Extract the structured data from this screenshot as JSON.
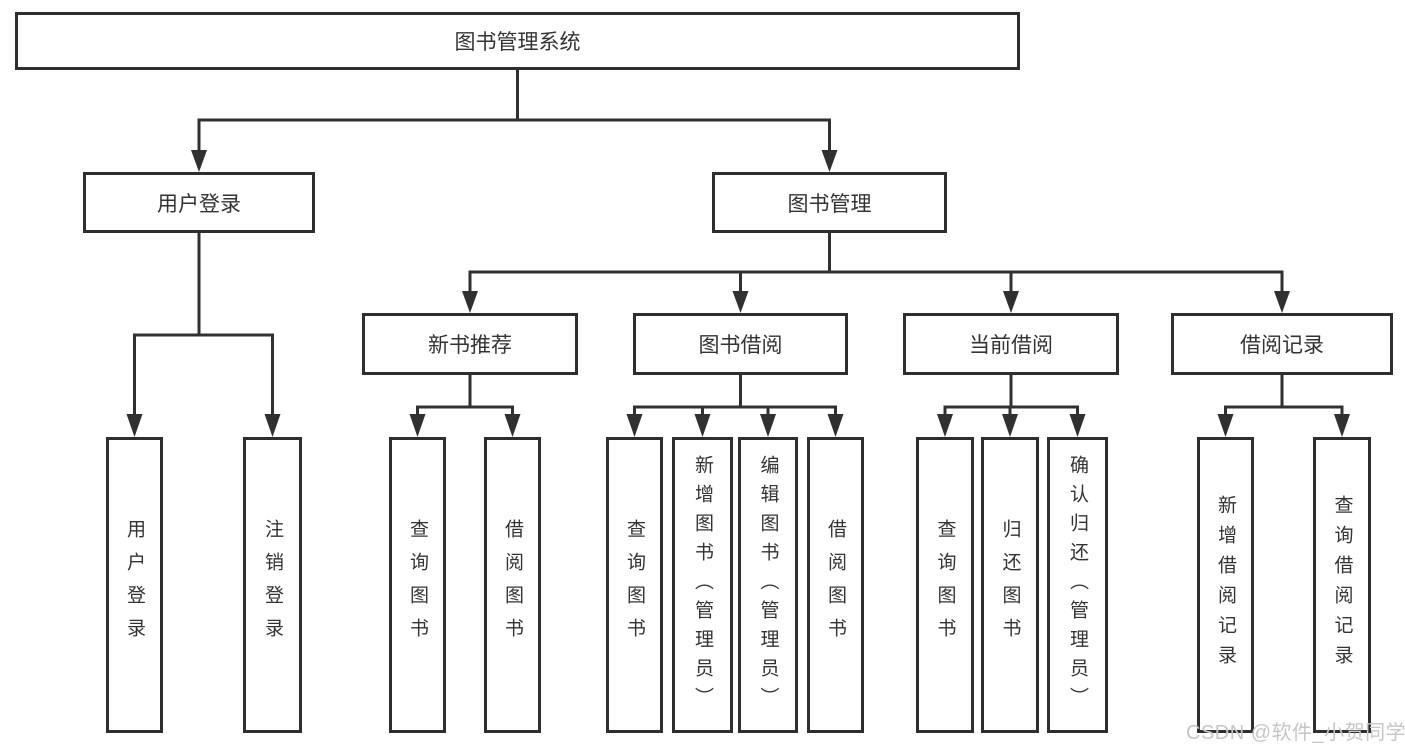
{
  "nodes": {
    "root": "图书管理系统",
    "user_login": "用户登录",
    "book_mgmt": "图书管理",
    "new_books": "新书推荐",
    "book_borrow": "图书借阅",
    "current_borrow": "当前借阅",
    "borrow_records": "借阅记录",
    "leaf_user_login": "用户登录",
    "leaf_logout": "注销登录",
    "leaf_nb_query_books": "查询图书",
    "leaf_nb_borrow_books": "借阅图书",
    "leaf_bb_query_books": "查询图书",
    "leaf_bb_add_books": "新增图书（管理员）",
    "leaf_bb_edit_books": "编辑图书（管理员）",
    "leaf_bb_borrow_books": "借阅图书",
    "leaf_cb_query_books": "查询图书",
    "leaf_cb_return_books": "归还图书",
    "leaf_cb_confirm_return": "确认归还（管理员）",
    "leaf_br_add_record": "新增借阅记录",
    "leaf_br_query_record": "查询借阅记录"
  },
  "hierarchy": [
    {
      "parent": "图书管理系统",
      "children": [
        "用户登录",
        "图书管理"
      ]
    },
    {
      "parent": "用户登录",
      "children": [
        "用户登录",
        "注销登录"
      ]
    },
    {
      "parent": "图书管理",
      "children": [
        "新书推荐",
        "图书借阅",
        "当前借阅",
        "借阅记录"
      ]
    },
    {
      "parent": "新书推荐",
      "children": [
        "查询图书",
        "借阅图书"
      ]
    },
    {
      "parent": "图书借阅",
      "children": [
        "查询图书",
        "新增图书（管理员）",
        "编辑图书（管理员）",
        "借阅图书"
      ]
    },
    {
      "parent": "当前借阅",
      "children": [
        "查询图书",
        "归还图书",
        "确认归还（管理员）"
      ]
    },
    {
      "parent": "借阅记录",
      "children": [
        "新增借阅记录",
        "查询借阅记录"
      ]
    }
  ],
  "watermark": "CSDN @软件_小贺同学",
  "colors": {
    "line": "#303030",
    "border": "#2e2e2e",
    "text": "#333333",
    "watermark": "#c6c6c6",
    "background": "#ffffff"
  }
}
